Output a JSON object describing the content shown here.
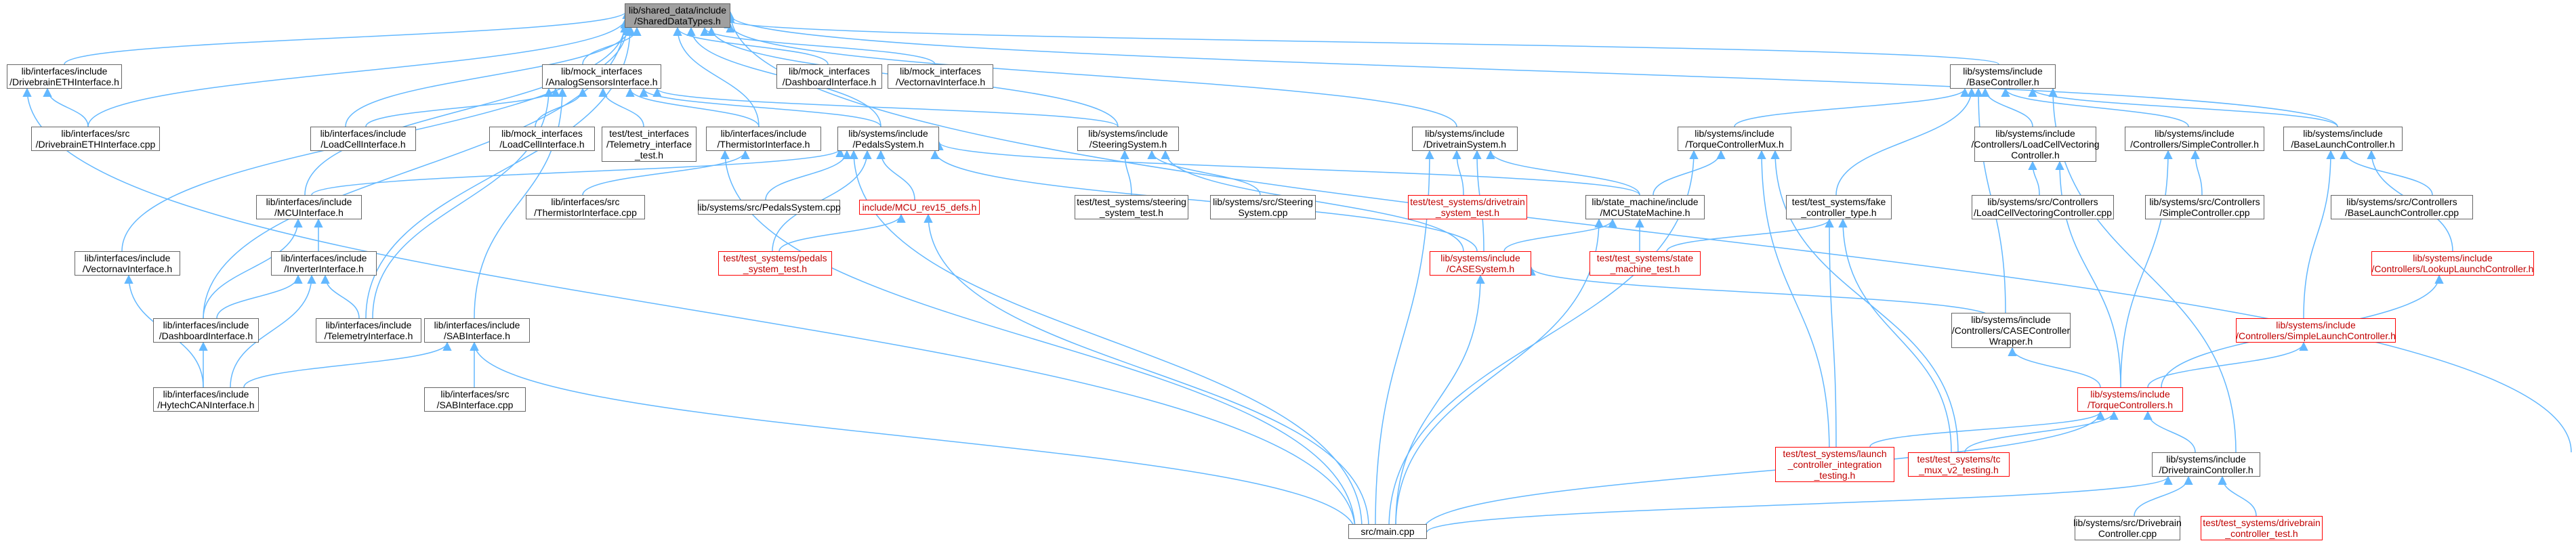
{
  "colors": {
    "edge": "#63b8ff",
    "node_border": "#666666",
    "highlight_border": "#ff0000",
    "root_fill": "#a0a0a0"
  },
  "nodes": {
    "shared": "lib/shared_data/include\n/SharedDataTypes.h",
    "ifc_drivebrain_eth": "lib/interfaces/include\n/DrivebrainETHInterface.h",
    "src_drivebrain_eth": "lib/interfaces/src\n/DrivebrainETHInterface.cpp",
    "mock_analog": "lib/mock_interfaces\n/AnalogSensorsInterface.h",
    "mock_dashboard": "lib/mock_interfaces\n/DashboardInterface.h",
    "mock_vectornav": "lib/mock_interfaces\n/VectornavInterface.h",
    "sys_base_controller": "lib/systems/include\n/BaseController.h",
    "ifc_loadcell": "lib/interfaces/include\n/LoadCellInterface.h",
    "mock_loadcell": "lib/mock_interfaces\n/LoadCellInterface.h",
    "test_telemetry": "test/test_interfaces\n/Telemetry_interface\n_test.h",
    "ifc_thermistor": "lib/interfaces/include\n/ThermistorInterface.h",
    "sys_pedals": "lib/systems/include\n/PedalsSystem.h",
    "sys_steering": "lib/systems/include\n/SteeringSystem.h",
    "sys_drivetrain": "lib/systems/include\n/DrivetrainSystem.h",
    "sys_torque_mux": "lib/systems/include\n/TorqueControllerMux.h",
    "sys_loadcell_vect": "lib/systems/include\n/Controllers/LoadCellVectoring\nController.h",
    "sys_simple": "lib/systems/include\n/Controllers/SimpleController.h",
    "sys_base_launch": "lib/systems/include\n/BaseLaunchController.h",
    "ifc_mcu": "lib/interfaces/include\n/MCUInterface.h",
    "src_thermistor": "lib/interfaces/src\n/ThermistorInterface.cpp",
    "src_pedals": "lib/systems/src/PedalsSystem.cpp",
    "mcu_defs": "include/MCU_rev15_defs.h",
    "test_steering": "test/test_systems/steering\n_system_test.h",
    "src_steering": "lib/systems/src/Steering\nSystem.cpp",
    "test_drivetrain": "test/test_systems/drivetrain\n_system_test.h",
    "sm_mcu": "lib/state_machine/include\n/MCUStateMachine.h",
    "test_fake_ctrl": "test/test_systems/fake\n_controller_type.h",
    "src_loadcell_vect": "lib/systems/src/Controllers\n/LoadCellVectoringController.cpp",
    "src_simple": "lib/systems/src/Controllers\n/SimpleController.cpp",
    "src_base_launch": "lib/systems/src/Controllers\n/BaseLaunchController.cpp",
    "ifc_vectornav": "lib/interfaces/include\n/VectornavInterface.h",
    "ifc_inverter": "lib/interfaces/include\n/InverterInterface.h",
    "test_pedals": "test/test_systems/pedals\n_system_test.h",
    "sys_case": "lib/systems/include\n/CASESystem.h",
    "test_state": "test/test_systems/state\n_machine_test.h",
    "sys_lookup_launch": "lib/systems/include\n/Controllers/LookupLaunchController.h",
    "ifc_dashboard": "lib/interfaces/include\n/DashboardInterface.h",
    "ifc_telemetry": "lib/interfaces/include\n/TelemetryInterface.h",
    "ifc_sab": "lib/interfaces/include\n/SABInterface.h",
    "sys_case_wrapper": "lib/systems/include\n/Controllers/CASEController\nWrapper.h",
    "sys_simple_launch": "lib/systems/include\n/Controllers/SimpleLaunchController.h",
    "ifc_hytech_can": "lib/interfaces/include\n/HytechCANInterface.h",
    "src_sab": "lib/interfaces/src\n/SABInterface.cpp",
    "sys_torque_controllers": "lib/systems/include\n/TorqueControllers.h",
    "test_launch": "test/test_systems/launch\n_controller_integration\n_testing.h",
    "test_tc_mux": "test/test_systems/tc\n_mux_v2_testing.h",
    "sys_drivebrain_ctrl": "lib/systems/include\n/DrivebrainController.h",
    "src_main": "src/main.cpp",
    "src_drivebrain_ctrl": "lib/systems/src/Drivebrain\nController.cpp",
    "test_drivebrain_ctrl": "test/test_systems/drivebrain\n_controller_test.h"
  }
}
